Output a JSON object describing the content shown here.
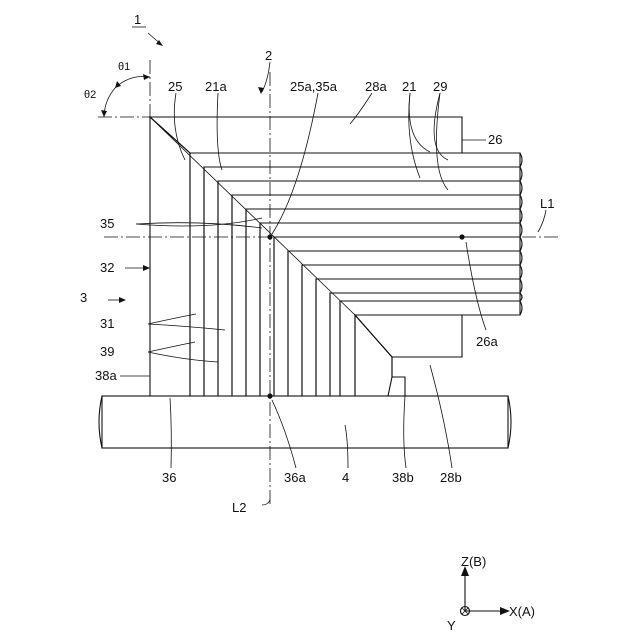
{
  "labels": {
    "fig_1": "1",
    "n2": "2",
    "theta1": "θ1",
    "theta2": "θ2",
    "n25": "25",
    "n21a": "21a",
    "n25a_35a": "25a,35a",
    "n28a": "28a",
    "n21": "21",
    "n29": "29",
    "n26": "26",
    "l1": "L1",
    "n35": "35",
    "n32": "32",
    "n3": "3",
    "n31": "31",
    "n39": "39",
    "n38a": "38a",
    "n26a": "26a",
    "n36": "36",
    "n36a": "36a",
    "n4": "4",
    "n38b": "38b",
    "n28b": "28b",
    "l2": "L2"
  },
  "axes": {
    "z": "Z(B)",
    "x": "X(A)",
    "y": "Y"
  },
  "colors": {
    "line": "#111111",
    "background": "#ffffff"
  }
}
